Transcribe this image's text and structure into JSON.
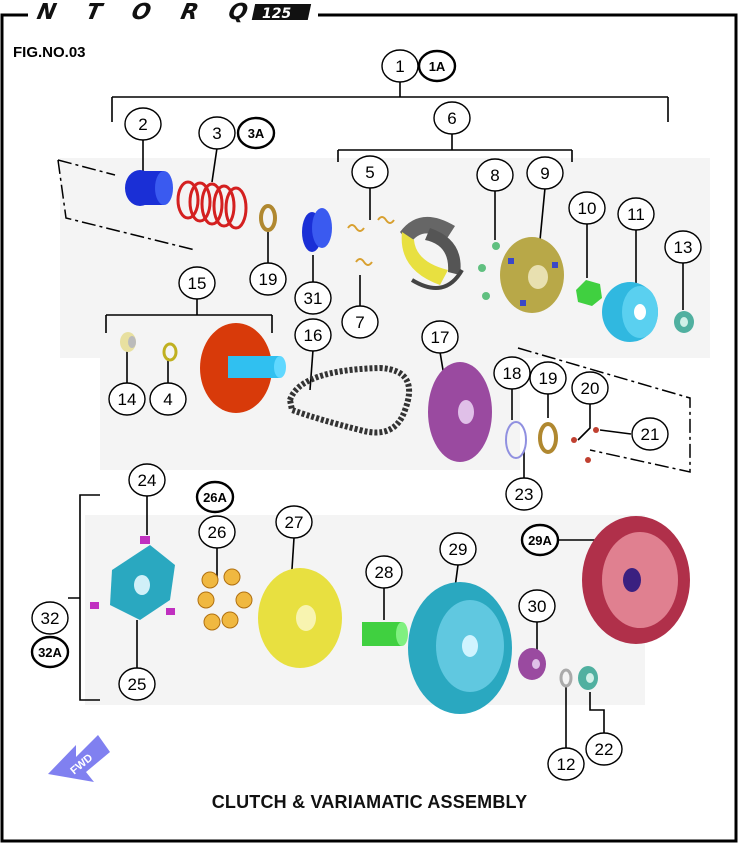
{
  "brand": {
    "name": "NTORQ",
    "model": "125"
  },
  "fig_no": "FIG.NO.03",
  "title": "CLUTCH & VARIAMATIC ASSEMBLY",
  "fwd_label": "FWD",
  "callouts": {
    "c1": "1",
    "c1A": "1A",
    "c2": "2",
    "c3": "3",
    "c3A": "3A",
    "c4": "4",
    "c5": "5",
    "c6": "6",
    "c7": "7",
    "c8": "8",
    "c9": "9",
    "c10": "10",
    "c11": "11",
    "c12": "12",
    "c13": "13",
    "c14": "14",
    "c15": "15",
    "c16": "16",
    "c17": "17",
    "c18": "18",
    "c19a": "19",
    "c19b": "19",
    "c20": "20",
    "c21": "21",
    "c22": "22",
    "c23": "23",
    "c24": "24",
    "c25": "25",
    "c26": "26",
    "c26A": "26A",
    "c27": "27",
    "c28": "28",
    "c29": "29",
    "c29A": "29A",
    "c30": "30",
    "c31": "31",
    "c32": "32",
    "c32A": "32A"
  },
  "colors": {
    "frame": "#000000",
    "blue_part": "#1a2fd6",
    "spring_red": "#d42020",
    "yellow_part": "#e8e040",
    "olive_plate": "#b8a848",
    "cyan_part": "#30b8e0",
    "green_part": "#40d040",
    "orange_red": "#d83a0a",
    "purple_part": "#9a4aa0",
    "teal_part": "#2aa8c0",
    "crimson_part": "#b0304a",
    "fwd_arrow": "#8080f0"
  }
}
